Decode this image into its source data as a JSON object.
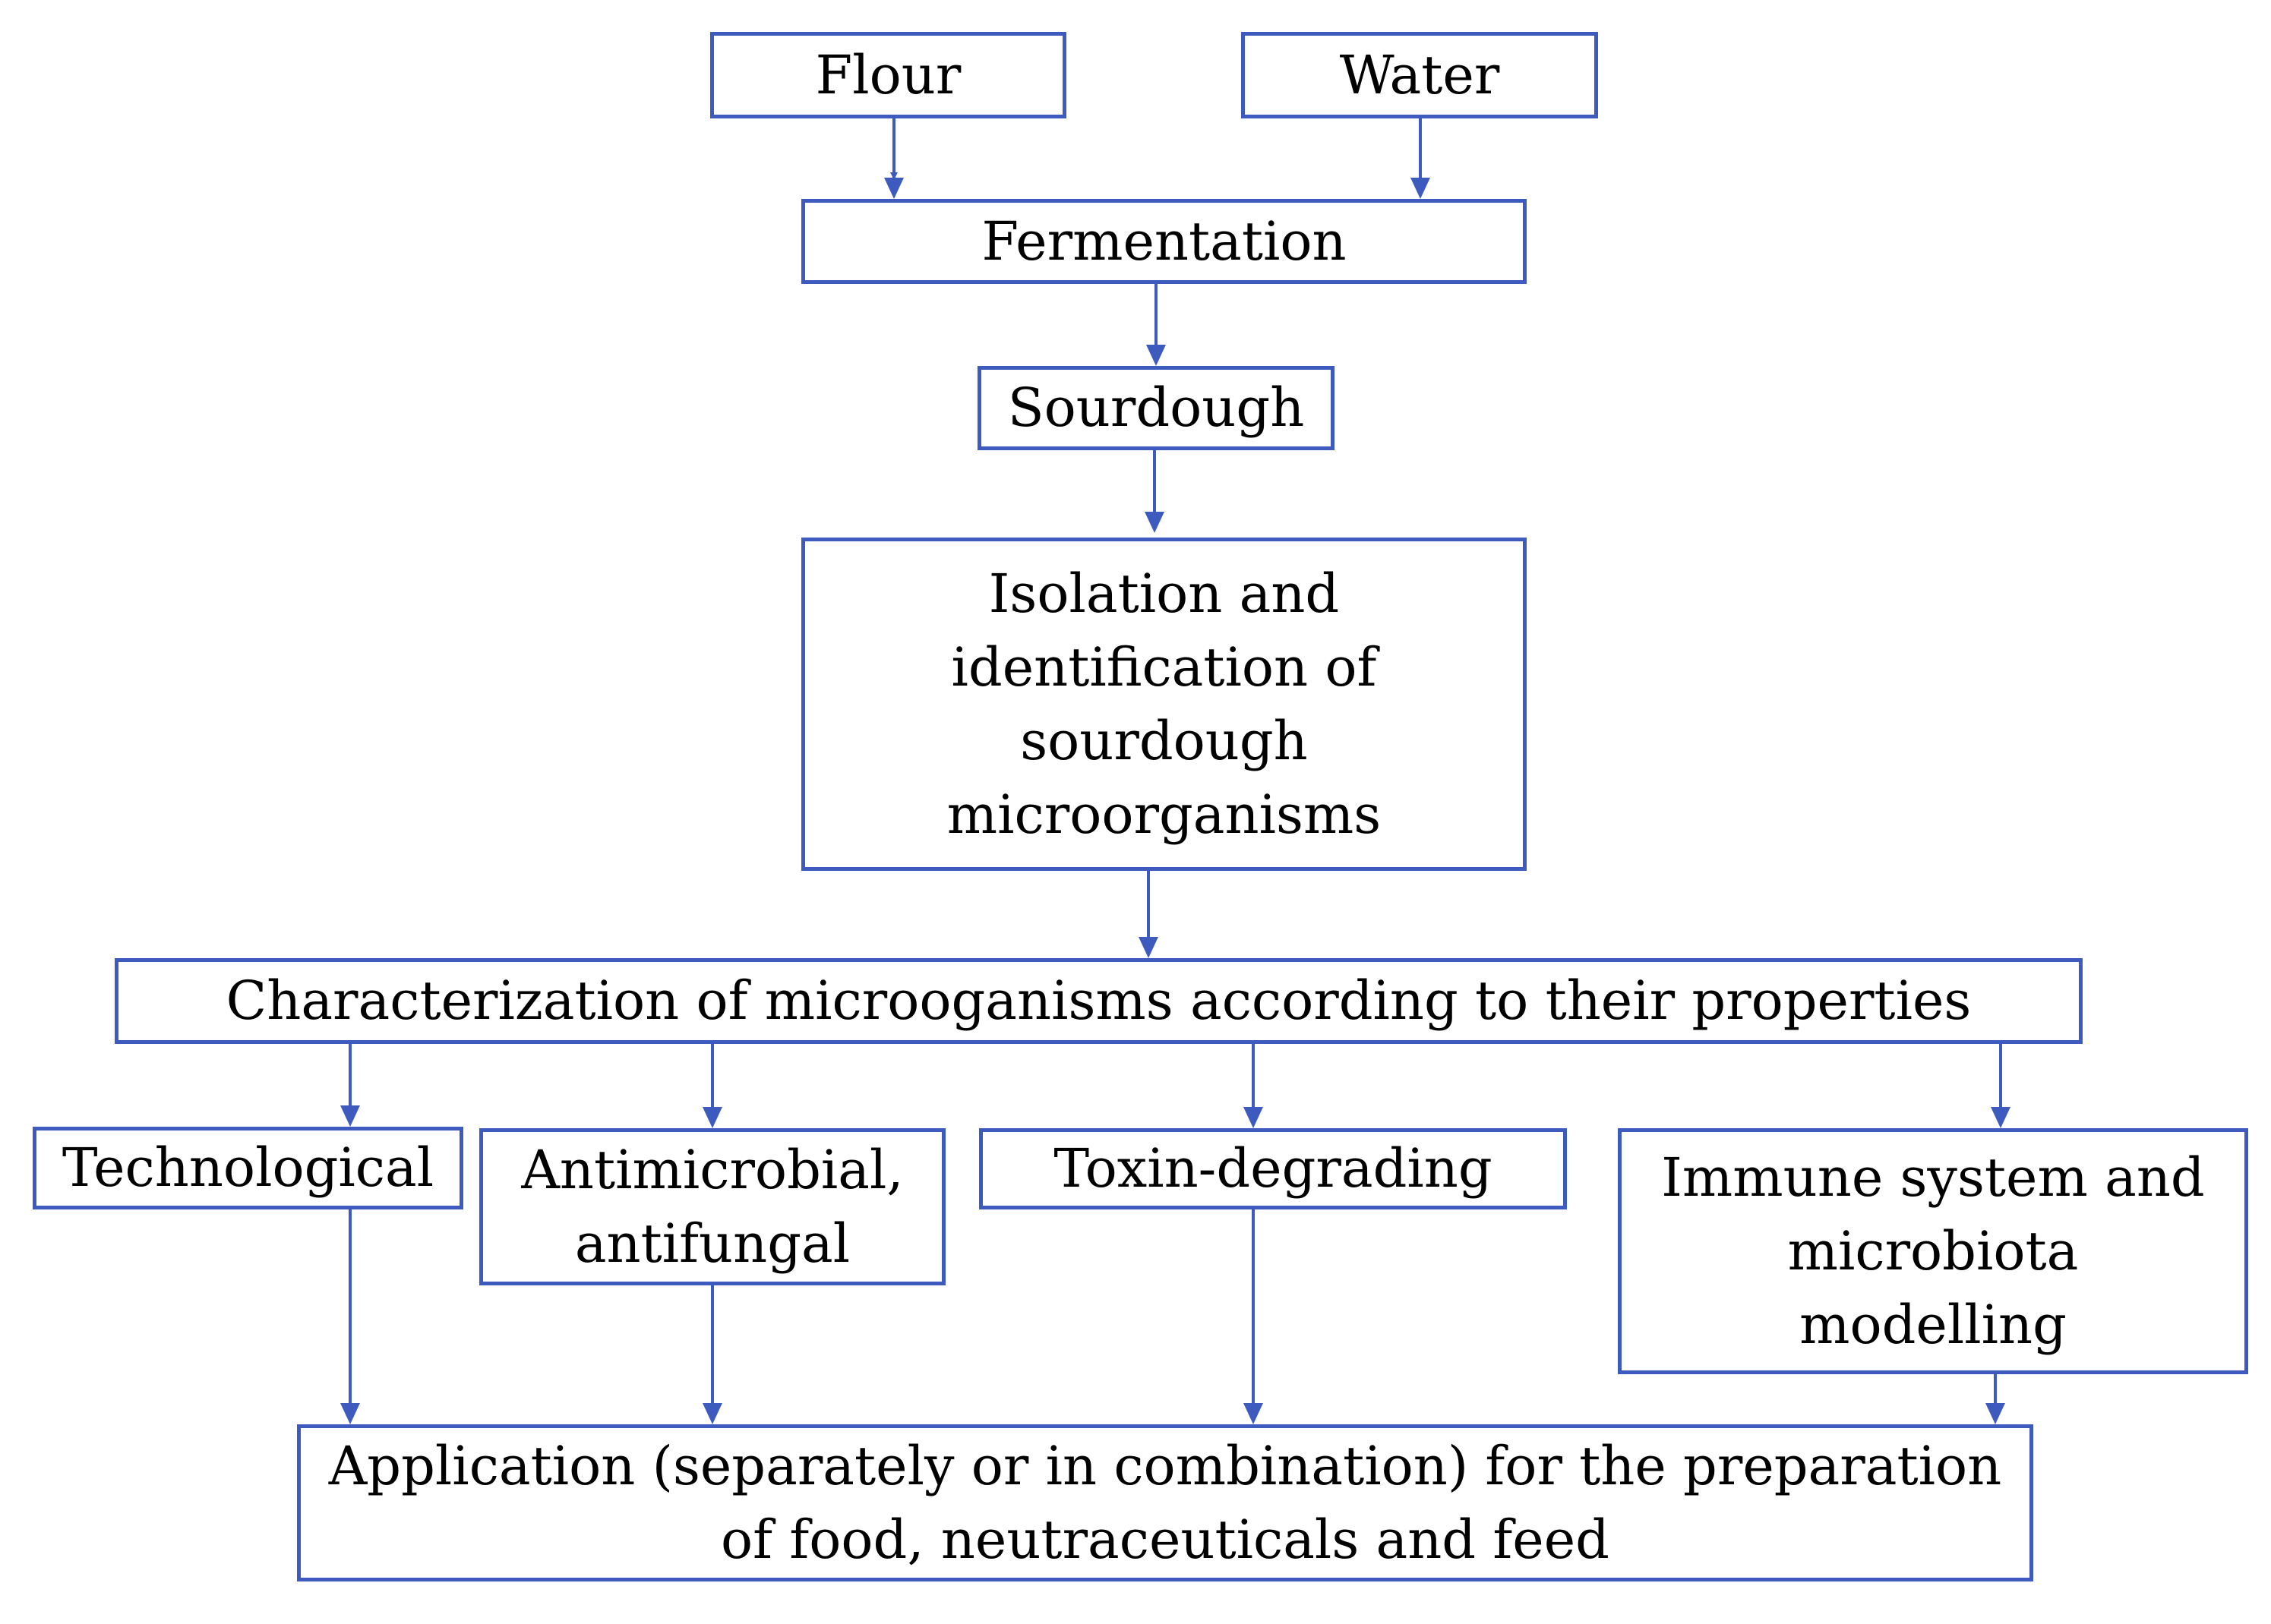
{
  "diagram": {
    "line_color": "#3d5bbf",
    "nodes": {
      "flour": {
        "text": "Flour"
      },
      "water": {
        "text": "Water"
      },
      "fermentation": {
        "text": "Fermentation"
      },
      "sourdough": {
        "text": "Sourdough"
      },
      "isolation": {
        "lines": [
          "Isolation and",
          "identification of",
          "sourdough",
          "microorganisms"
        ]
      },
      "characterization": {
        "text": "Characterization of microoganisms according to their properties"
      },
      "technological": {
        "text": "Technological"
      },
      "antimicrobial": {
        "lines": [
          "Antimicrobial,",
          "antifungal"
        ]
      },
      "toxin_degrading": {
        "text": "Toxin-degrading"
      },
      "immune": {
        "lines": [
          "Immune system and",
          "microbiota",
          "modelling"
        ]
      },
      "application": {
        "lines": [
          "Application (separately or in combination) for the preparation",
          "of food, neutraceuticals and feed"
        ]
      }
    }
  }
}
